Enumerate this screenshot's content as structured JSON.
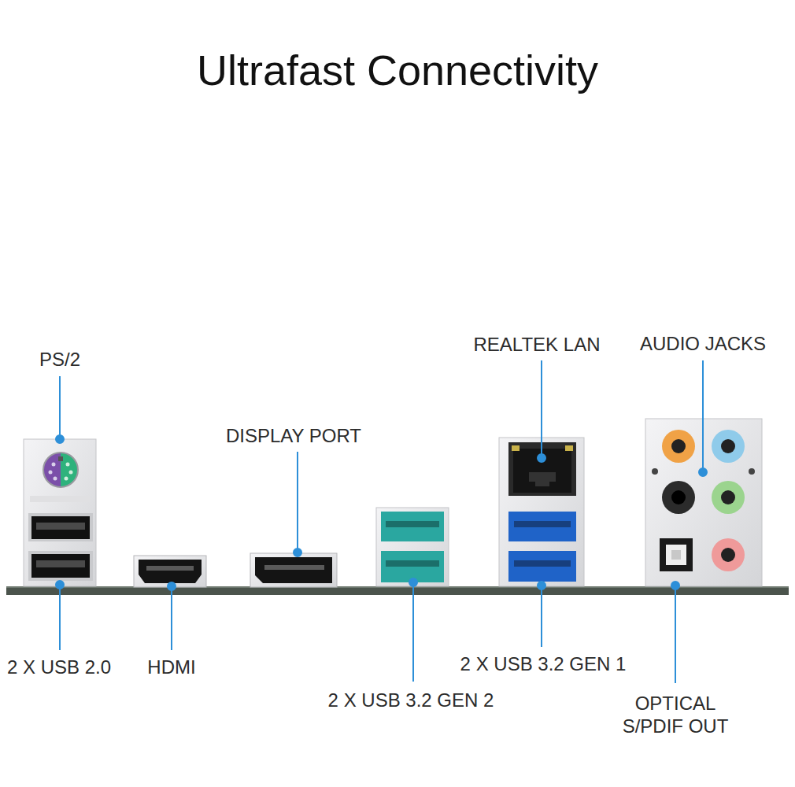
{
  "diagram": {
    "title": "Ultrafast Connectivity",
    "labels": [
      "PS/2",
      "DISPLAY PORT",
      "REALTEK LAN",
      "AUDIO JACKS",
      "2 X USB 2.0",
      "HDMI",
      "2 X USB 3.2 GEN 2",
      "2 X USB 3.2 GEN 1",
      "OPTICAL S/PDIF OUT"
    ]
  }
}
